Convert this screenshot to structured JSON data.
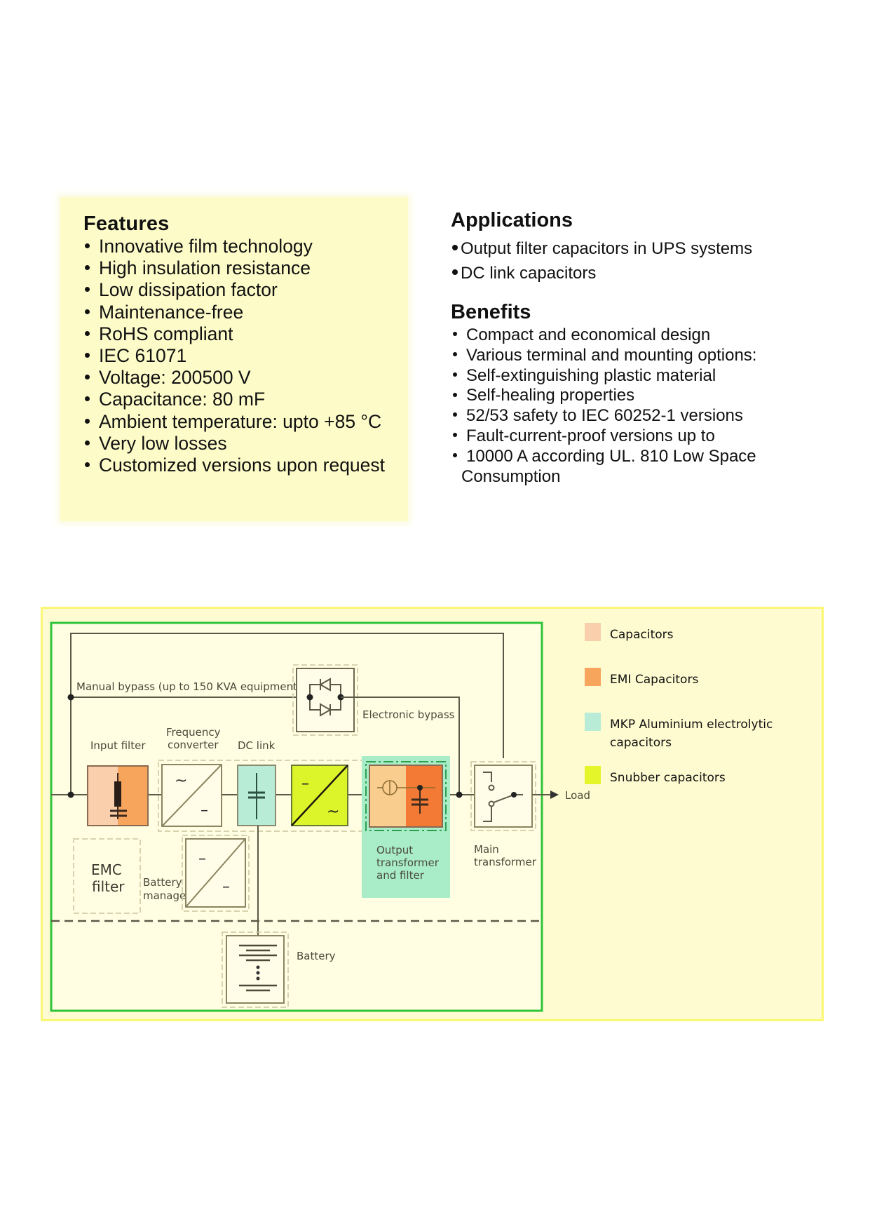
{
  "features": {
    "title": "Features",
    "items": [
      "Innovative film technology",
      "High insulation resistance",
      "Low dissipation factor",
      "Maintenance-free",
      "RoHS compliant",
      "IEC 61071",
      "Voltage: 200500 V",
      "Capacitance: 80 mF",
      "Ambient temperature: upto +85 °C",
      "Very low losses",
      "Customized versions upon request"
    ]
  },
  "applications": {
    "title": "Applications",
    "items": [
      "Output filter capacitors in UPS systems",
      "DC link capacitors"
    ]
  },
  "benefits": {
    "title": "Benefits",
    "items": [
      "Compact and economical design",
      "Various terminal and mounting options:",
      "Self-extinguishing plastic material",
      "Self-healing properties",
      "52/53 safety to IEC 60252-1 versions",
      "Fault-current-proof versions up to",
      "10000 A according UL. 810 Low Space"
    ],
    "continuation": "Consumption"
  },
  "diagram": {
    "labels": {
      "manual_bypass": "Manual bypass (up to 150 KVA equipment)",
      "electronic_bypass": "Electronic bypass",
      "input_filter": "Input filter",
      "frequency_converter_1": "Frequency",
      "frequency_converter_2": "converter",
      "dc_link": "DC link",
      "output_1": "Output",
      "output_2": "transformer",
      "output_3": "and filter",
      "main_1": "Main",
      "main_2": "transformer",
      "load": "Load",
      "emc_1": "EMC",
      "emc_2": "filter",
      "battery_manager_1": "Battery",
      "battery_manager_2": "manager",
      "battery": "Battery"
    },
    "symbols": {
      "ac": "~",
      "dc": "–"
    },
    "legend": [
      {
        "label": "Capacitors",
        "color": "#f9cfac"
      },
      {
        "label": "EMI Capacitors",
        "color": "#f7a45c"
      },
      {
        "label": "MKP Aluminium electrolytic capacitors",
        "color": "#b8ecd6"
      },
      {
        "label": "Snubber capacitors",
        "color": "#e4f52a"
      }
    ],
    "colors": {
      "capacitors": "#f9cfac",
      "emi": "#f7a45c",
      "emi_output": "#f37a34",
      "output_light": "#f9cd8e",
      "mkp": "#b8ecd6",
      "snubber": "#dcf52a",
      "output_bg": "#a9ecc8",
      "frame_green": "#2fc43a",
      "line": "#5b5a48"
    }
  }
}
